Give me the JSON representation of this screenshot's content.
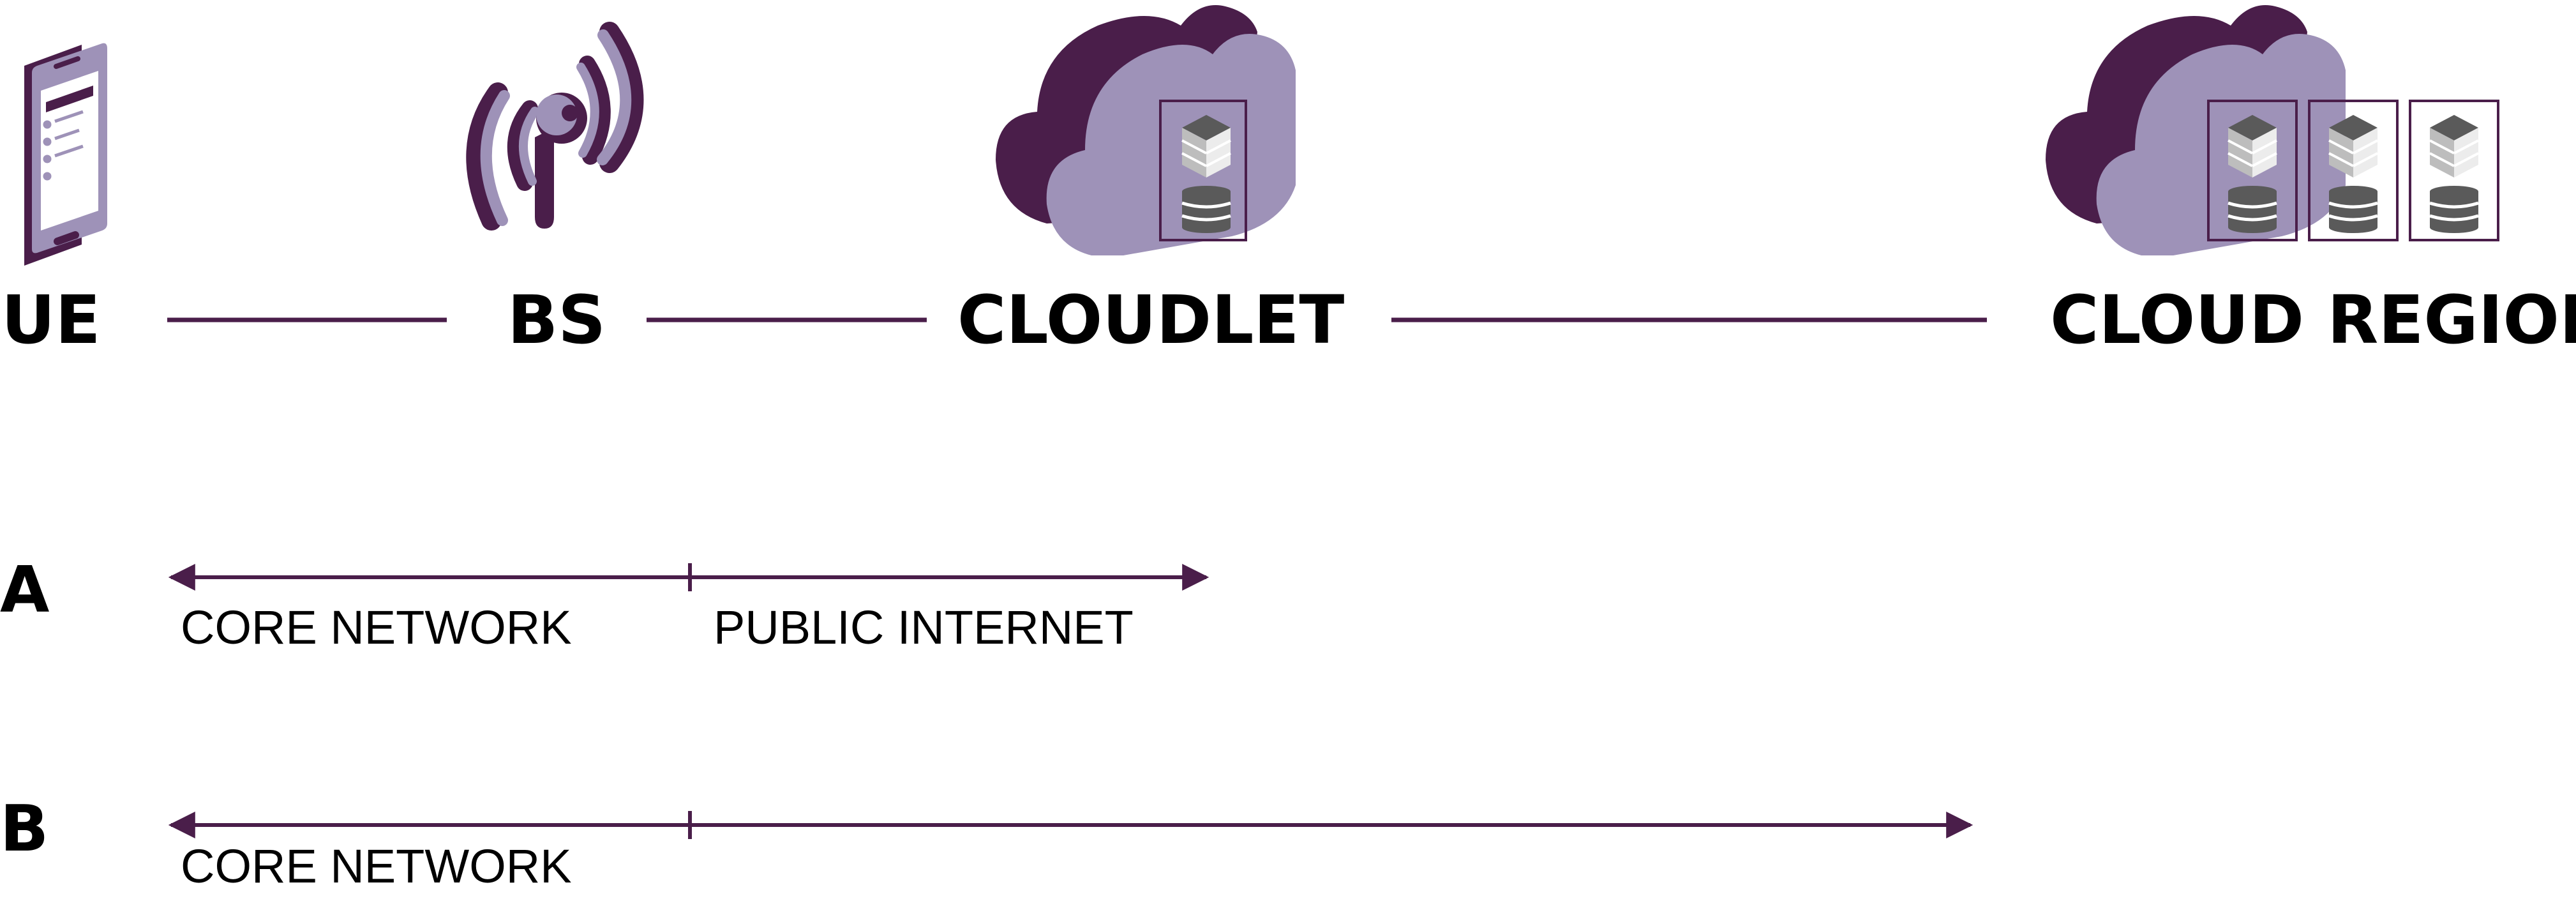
{
  "nodes": {
    "ue": "UE",
    "bs": "BS",
    "cloudlet": "CLOUDLET",
    "cloud_region": "CLOUD REGION"
  },
  "rows": {
    "a": {
      "label": "A",
      "segments": [
        "CORE NETWORK",
        "PUBLIC INTERNET"
      ]
    },
    "b": {
      "label": "B",
      "segments": [
        "CORE NETWORK"
      ]
    }
  },
  "colors": {
    "dark_purple": "#4a1e4a",
    "light_purple": "#9e92b8",
    "grey": "#5a5a5a",
    "light_grey": "#bdbdbd"
  }
}
